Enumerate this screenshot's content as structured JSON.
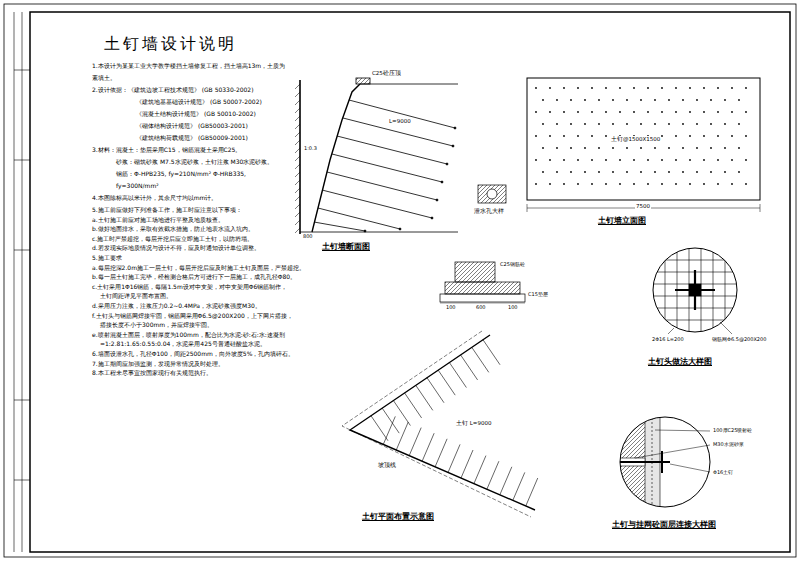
{
  "diagram": {
    "title": "土钉墙设计说明",
    "labels": [
      "1.本设计为某某工业大学教学楼挡土墙修复工程，挡土墙高13m，土质为素填土。",
      "2.设计依据：《建筑边坡工程技术规范》 (GB 50330-2002)",
      "《建筑地基基础设计规范》 (GB 50007-2002)",
      "《混凝土结构设计规范》 (GB 50010-2002)",
      "《砌体结构设计规范》 (GB50003-2001)",
      "《建筑结构荷载规范》 (GB50009-2001)",
      "3.材料：混凝土：垫层采用C15，钢筋混凝土采用C25。",
      "砂浆：砌筑砂浆 M7.5水泥砂浆，土钉注浆 M30水泥砂浆。",
      "钢筋：Φ-HPB235, fy=210N/mm²   Φ-HRB335, fy=300N/mm²",
      "4.本图除标高以米计外，其余尺寸均以mm计。",
      "5.施工前应做好下列准备工作，施工时应注意以下事项：",
      "a.土钉施工前应对施工场地进行平整及地质核查。",
      "b.做好地面排水，采取有效截水措施，防止地表水流入坑内。",
      "c.施工时严禁超挖，每层开挖后应立即施工土钉，以防坍塌。",
      "d.若发现实际地质情况与设计不符，应及时通知设计单位调整。",
      "5.施工要求",
      "a.每层挖深2.0m施工一层土钉，每层开挖后应及时施工土钉及面层，严禁超挖。",
      "b.每一层土钉施工完毕，经检测合格后方可进行下一层施工，成孔孔径Φ80。",
      "c.土钉采用1Φ16钢筋，每隔1.5m设对中支架，对中支架用Φ6钢筋制作，",
      "土钉间距详见平面布置图。",
      "d.采用压力注浆，注浆压力0.2~0.4MPa，水泥砂浆强度M30。",
      "f.土钉头与钢筋网焊接牢固，钢筋网采用Φ6.5@200X200，上下网片搭接，",
      "搭接长度不小于300mm，并应焊接牢固。",
      "e.喷射混凝土面层，喷射厚度为100mm，配合比为水泥:砂:石:水:速凝剂",
      "=1:2.81:1.65:0.55:0.04，水泥采用425号普通硅酸盐水泥。",
      "6.墙面设泄水孔，孔径Φ100，间距2500mm，向外坡度5%，孔内填碎石。",
      "7.施工期间应加强监测，发现异常情况及时处理。",
      "8.本工程未尽事宜按国家现行有关规范执行。",
      "土钉墙断面图",
      "土钉墙立面图",
      "土钉平面布置示意图",
      "土钉头做法大样图",
      "土钉与挂网砼面层连接大样图",
      "泄水孔大样",
      "C25砼压顶",
      "1:0.3",
      "L=9000",
      "800",
      "土钉@1500X1500",
      "7500",
      "C25钢筋砼",
      "C15垫层",
      "100",
      "600",
      "100",
      "钢筋网Φ6.5@200X200",
      "2Φ16 L=200",
      "土钉 L=9000",
      "坡顶线",
      "100厚C25喷射砼",
      "M30水泥砂浆",
      "Φ16土钉"
    ]
  }
}
